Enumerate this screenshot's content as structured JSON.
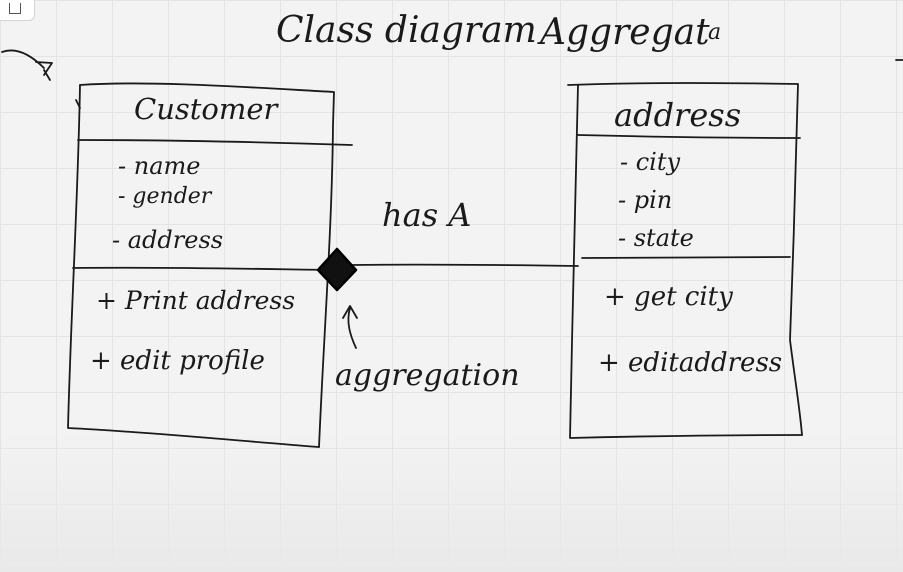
{
  "title": {
    "part1": "Class diagram",
    "part2": "Aggregat",
    "stray": "a"
  },
  "customer": {
    "name": "Customer",
    "attributes": [
      "- name",
      "- gender",
      "- address"
    ],
    "methods": [
      "+ Print address",
      "+ edit profile"
    ]
  },
  "address": {
    "name": "address",
    "attributes": [
      "- city",
      "- pin",
      "- state"
    ],
    "methods": [
      "+ get city",
      "+ editaddress"
    ]
  },
  "relationship": {
    "label": "has A",
    "annotation": "aggregation"
  },
  "colors": {
    "ink": "#1a1a1a",
    "background": "#f3f3f3",
    "grid": "#e4e4e4"
  }
}
